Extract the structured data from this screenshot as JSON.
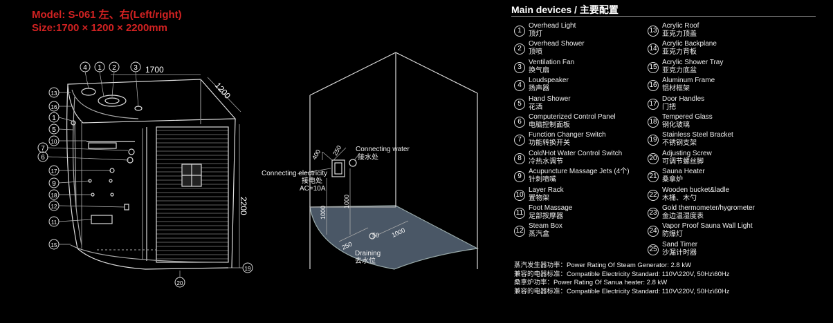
{
  "header": {
    "model": "Model: S-061 左、右(Left/right)",
    "size": "Size:1700 × 1200 × 2200mm"
  },
  "devices_title": "Main devices / 主要配置",
  "devices": [
    {
      "num": "1",
      "en": "Overhead Light",
      "zh": "顶灯"
    },
    {
      "num": "2",
      "en": "Overhead Shower",
      "zh": "顶喷"
    },
    {
      "num": "3",
      "en": "Ventilation Fan",
      "zh": "换气扇"
    },
    {
      "num": "4",
      "en": "Loudspeaker",
      "zh": "扬声器"
    },
    {
      "num": "5",
      "en": "Hand Shower",
      "zh": "花洒"
    },
    {
      "num": "6",
      "en": "Computerized Control Panel",
      "zh": "电脑控制面板"
    },
    {
      "num": "7",
      "en": "Function Changer Switch",
      "zh": "功能转换开关"
    },
    {
      "num": "8",
      "en": "Cold\\Hot Water Control Switch",
      "zh": "冷热水调节"
    },
    {
      "num": "9",
      "en": "Acupuncture Massage Jets (4个)",
      "zh": "针刺喷嘴"
    },
    {
      "num": "10",
      "en": "Layer Rack",
      "zh": "置物架"
    },
    {
      "num": "11",
      "en": "Foot Massage",
      "zh": "足部按摩器"
    },
    {
      "num": "12",
      "en": "Steam Box",
      "zh": "蒸汽盒"
    },
    {
      "num": "13",
      "en": "Acrylic Roof",
      "zh": "亚克力顶盖"
    },
    {
      "num": "14",
      "en": "Acrylic Backplane",
      "zh": "亚克力背板"
    },
    {
      "num": "15",
      "en": "Acrylic Shower Tray",
      "zh": "亚克力底盆"
    },
    {
      "num": "16",
      "en": "Aluminum Frame",
      "zh": "铝材框架"
    },
    {
      "num": "17",
      "en": "Door Handles",
      "zh": "门把"
    },
    {
      "num": "18",
      "en": "Tempered Glass",
      "zh": "钢化玻璃"
    },
    {
      "num": "19",
      "en": "Stainless Steel Bracket",
      "zh": "不锈钢支架"
    },
    {
      "num": "20",
      "en": "Adjusting Screw",
      "zh": "可调节螺丝脚"
    },
    {
      "num": "21",
      "en": "Sauna Heater",
      "zh": "桑拿炉"
    },
    {
      "num": "22",
      "en": "Wooden bucket&ladle",
      "zh": "木桶、木勺"
    },
    {
      "num": "23",
      "en": "Gold thermometer/hygrometer",
      "zh": "金边温湿度表"
    },
    {
      "num": "24",
      "en": "Vapor Proof Sauna Wall Light",
      "zh": "防爆灯"
    },
    {
      "num": "25",
      "en": "Sand Timer",
      "zh": "沙漏计时器"
    }
  ],
  "power": [
    "蒸汽发生器功率：Power Rating Of Steam Generator: 2.8 kW",
    "兼容的电器标准：Compatible Electricity Standard:    110V\\220V, 50Hz\\60Hz",
    "桑拿炉功率：Power Rating Of Sanua heater: 2.8 kW",
    "兼容的电器标准：Compatible Electricity Standard:    110V\\220V, 50Hz\\60Hz"
  ],
  "left_drawing": {
    "dim_width": "1700",
    "dim_depth": "1200",
    "dim_height": "2200",
    "callouts": [
      "4",
      "1",
      "2",
      "3",
      "13",
      "16",
      "1",
      "5",
      "10",
      "7",
      "6",
      "17",
      "9",
      "18",
      "12",
      "11",
      "15",
      "19",
      "20"
    ]
  },
  "right_drawing": {
    "connecting_water": "Connecting water",
    "connecting_water_zh": "接水处",
    "connecting_electricity": "Connecting electricity",
    "connecting_electricity_zh": "接电处",
    "ac": "AC=10A",
    "dim_400": "400",
    "dim_250_top": "250",
    "dim_1000_left": "1000",
    "dim_1000_right": "1000",
    "dim_50": "50",
    "dim_250_bottom": "250",
    "dim_1000_bottom": "1000",
    "draining": "Draining",
    "draining_zh": "去水位"
  },
  "colors": {
    "model_text": "#d32222",
    "tray_fill": "#4a5766",
    "line": "#dddddd"
  }
}
